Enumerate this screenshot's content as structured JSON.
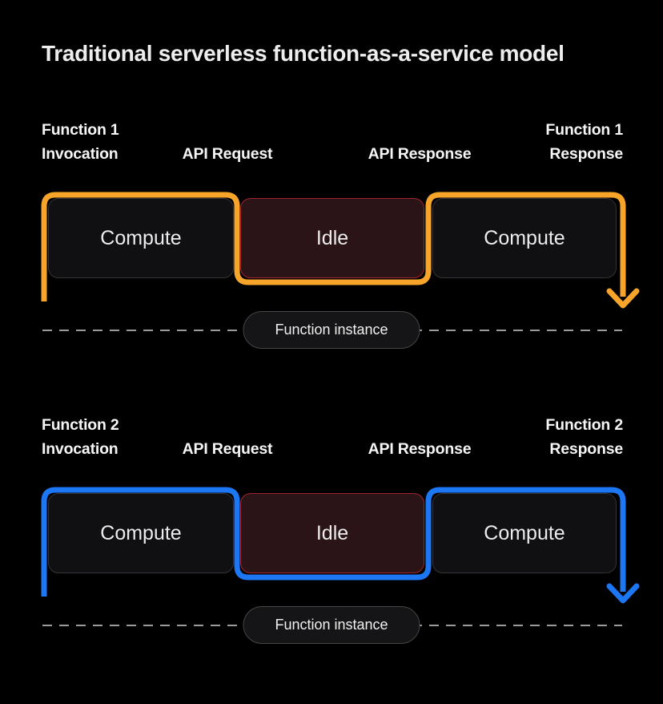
{
  "title": "Traditional serverless function-as-a-service model",
  "colors": {
    "background": "#000000",
    "title_text": "#EDEDED",
    "label_text": "#F5F5F5",
    "box_text": "#ECECEC",
    "compute_fill": "#101013",
    "compute_border": "#333338",
    "idle_fill": "#2A1417",
    "idle_border": "#A3242E",
    "dashed_line": "#9B9B9B",
    "pill_fill": "#151517",
    "pill_border": "#464648",
    "pill_text": "#F0F0F0",
    "accent_orange": "#F7A42B",
    "accent_blue": "#1E77F2"
  },
  "timelines": [
    {
      "id": 1,
      "accent": "#F7A42B",
      "labels": {
        "start_line1": "Function 1",
        "start_line2": "Invocation",
        "mid_request": "API Request",
        "mid_response": "API Response",
        "end_line1": "Function 1",
        "end_line2": "Response"
      },
      "phases": [
        "Compute",
        "Idle",
        "Compute"
      ],
      "instance_label": "Function instance"
    },
    {
      "id": 2,
      "accent": "#1E77F2",
      "labels": {
        "start_line1": "Function 2",
        "start_line2": "Invocation",
        "mid_request": "API Request",
        "mid_response": "API Response",
        "end_line1": "Function 2",
        "end_line2": "Response"
      },
      "phases": [
        "Compute",
        "Idle",
        "Compute"
      ],
      "instance_label": "Function instance"
    }
  ]
}
